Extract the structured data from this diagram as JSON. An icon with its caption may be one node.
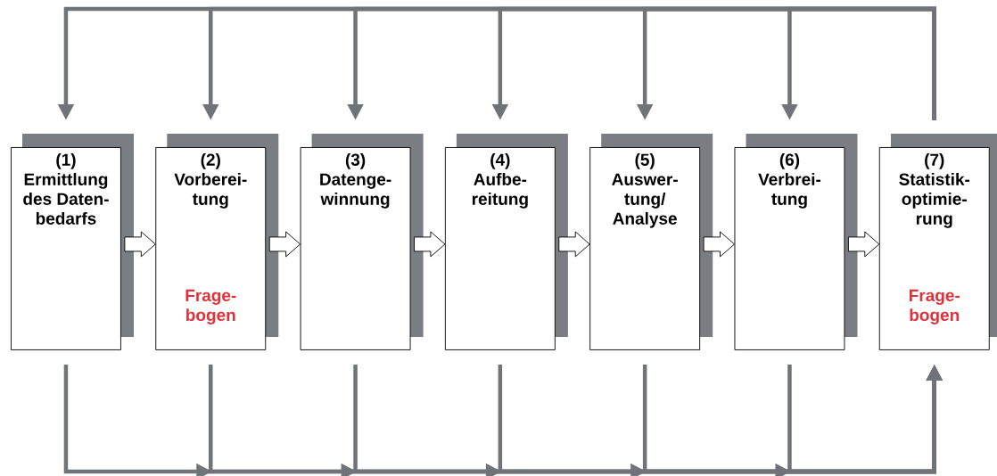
{
  "diagram": {
    "nodes": [
      {
        "text": [
          "(1)",
          "Ermittlung des Daten- bedarfs"
        ]
      },
      {
        "text": [
          "(2)",
          "Vorberei- tung",
          "Frage- bogen"
        ]
      },
      {
        "text": [
          "(3)",
          "Datenge- winnung"
        ]
      },
      {
        "text": [
          "(4)",
          "Aufbe- reitung"
        ]
      },
      {
        "text": [
          "(5)",
          "Auswer- tung/ Analyse"
        ]
      },
      {
        "text": [
          "(6)",
          "Verbrei- tung"
        ]
      },
      {
        "text": [
          "(7)",
          "Statistik- optimie- rung",
          "Frage- bogen"
        ]
      }
    ],
    "edges": [
      {
        "from": 0,
        "to": 1,
        "arrow": "to",
        "style": "thick"
      },
      {
        "from": 1,
        "to": 2,
        "arrow": "to",
        "style": "thick"
      },
      {
        "from": 2,
        "to": 3,
        "arrow": "to",
        "style": "thick"
      },
      {
        "from": 3,
        "to": 4,
        "arrow": "to",
        "style": "thick"
      },
      {
        "from": 4,
        "to": 5,
        "arrow": "to",
        "style": "thick"
      },
      {
        "from": 5,
        "to": 6,
        "arrow": "to",
        "style": "thick"
      },
      {
        "from": 6,
        "to": 0,
        "arrow": "to"
      },
      {
        "from": 6,
        "to": 1,
        "arrow": "to"
      },
      {
        "from": 6,
        "to": 2,
        "arrow": "to"
      },
      {
        "from": 6,
        "to": 3,
        "arrow": "to"
      },
      {
        "from": 6,
        "to": 4,
        "arrow": "to"
      },
      {
        "from": 6,
        "to": 5,
        "arrow": "to"
      },
      {
        "from": 0,
        "to": 6,
        "arrow": "to"
      },
      {
        "from": 1,
        "to": 6,
        "arrow": "to"
      },
      {
        "from": 2,
        "to": 6,
        "arrow": "to"
      },
      {
        "from": 3,
        "to": 6,
        "arrow": "to"
      },
      {
        "from": 4,
        "to": 6,
        "arrow": "to"
      },
      {
        "from": 5,
        "to": 6,
        "arrow": "to"
      }
    ]
  }
}
